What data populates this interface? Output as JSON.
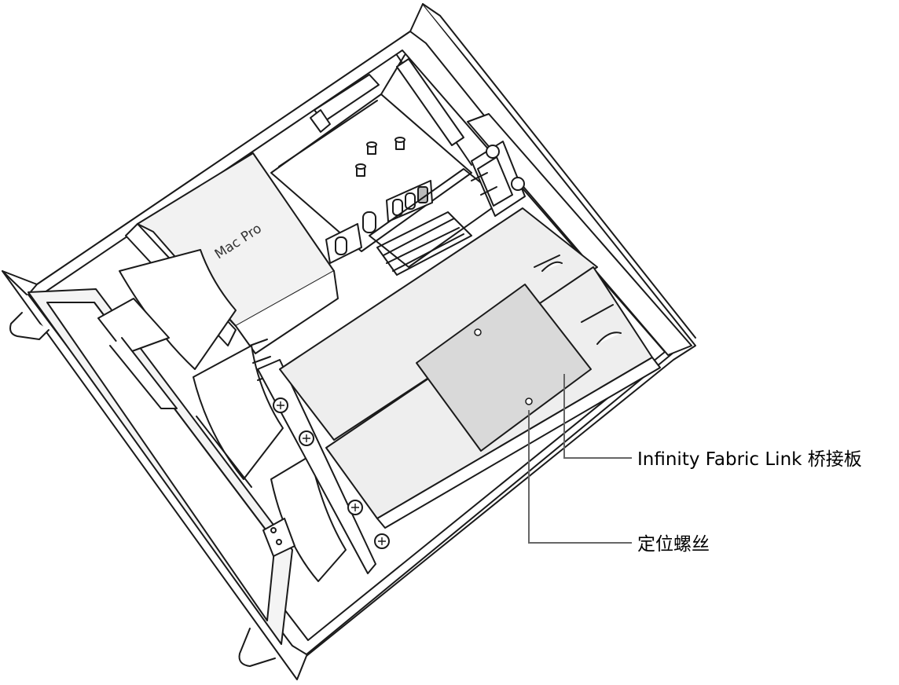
{
  "callouts": {
    "bridge_label": "Infinity Fabric Link 桥接板",
    "screw_label": "定位螺丝"
  },
  "device": {
    "brand_text": " Mac Pro"
  },
  "colors": {
    "line": "#1a1a1a",
    "panel": "#ffffff",
    "module": "#eeeeee",
    "bridge": "#d9d9d9",
    "leader": "#666666"
  }
}
